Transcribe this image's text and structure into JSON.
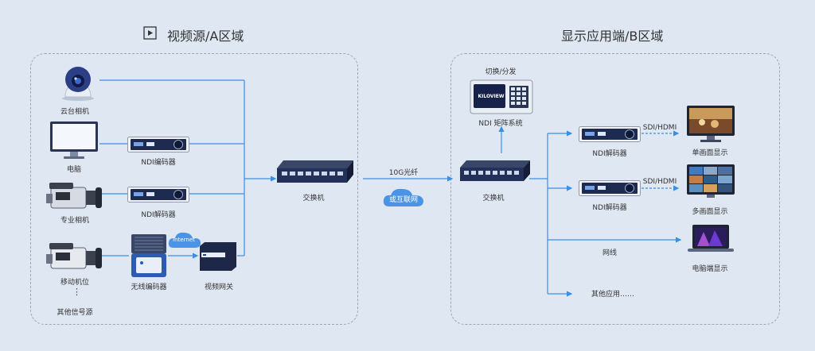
{
  "zone_a": {
    "title": "视频源/A区域",
    "icon": "play-icon"
  },
  "zone_b": {
    "title": "显示应用端/B区域"
  },
  "sources": {
    "ptz": "云台相机",
    "pc": "电脑",
    "pro_camera": "专业相机",
    "mobile": "移动机位",
    "dots": "⋮",
    "other": "其他信号源"
  },
  "a_devices": {
    "encoder": "NDI编码器",
    "decoder": "NDI解码器",
    "wireless": "无线编码器",
    "internet": "Internet",
    "gateway": "视频网关",
    "switch": "交换机"
  },
  "link": {
    "fiber": "10G光纤",
    "cloud": "或互联网"
  },
  "b_devices": {
    "switch": "交换机",
    "matrix_top": "切换/分发",
    "matrix": "NDI 矩阵系统",
    "brand": "KILOVIEW",
    "decoder1": "NDI解码器",
    "decoder2": "NDI解码器",
    "sdi1": "SDI/HDMI",
    "sdi2": "SDI/HDMI",
    "network": "网线",
    "other_apps": "其他应用……"
  },
  "displays": {
    "single": "单画面显示",
    "multi": "多画面显示",
    "pc": "电脑端显示"
  },
  "colors": {
    "line": "#3a8ee6",
    "bg": "#dfe7f2",
    "device_dark": "#22305a"
  }
}
